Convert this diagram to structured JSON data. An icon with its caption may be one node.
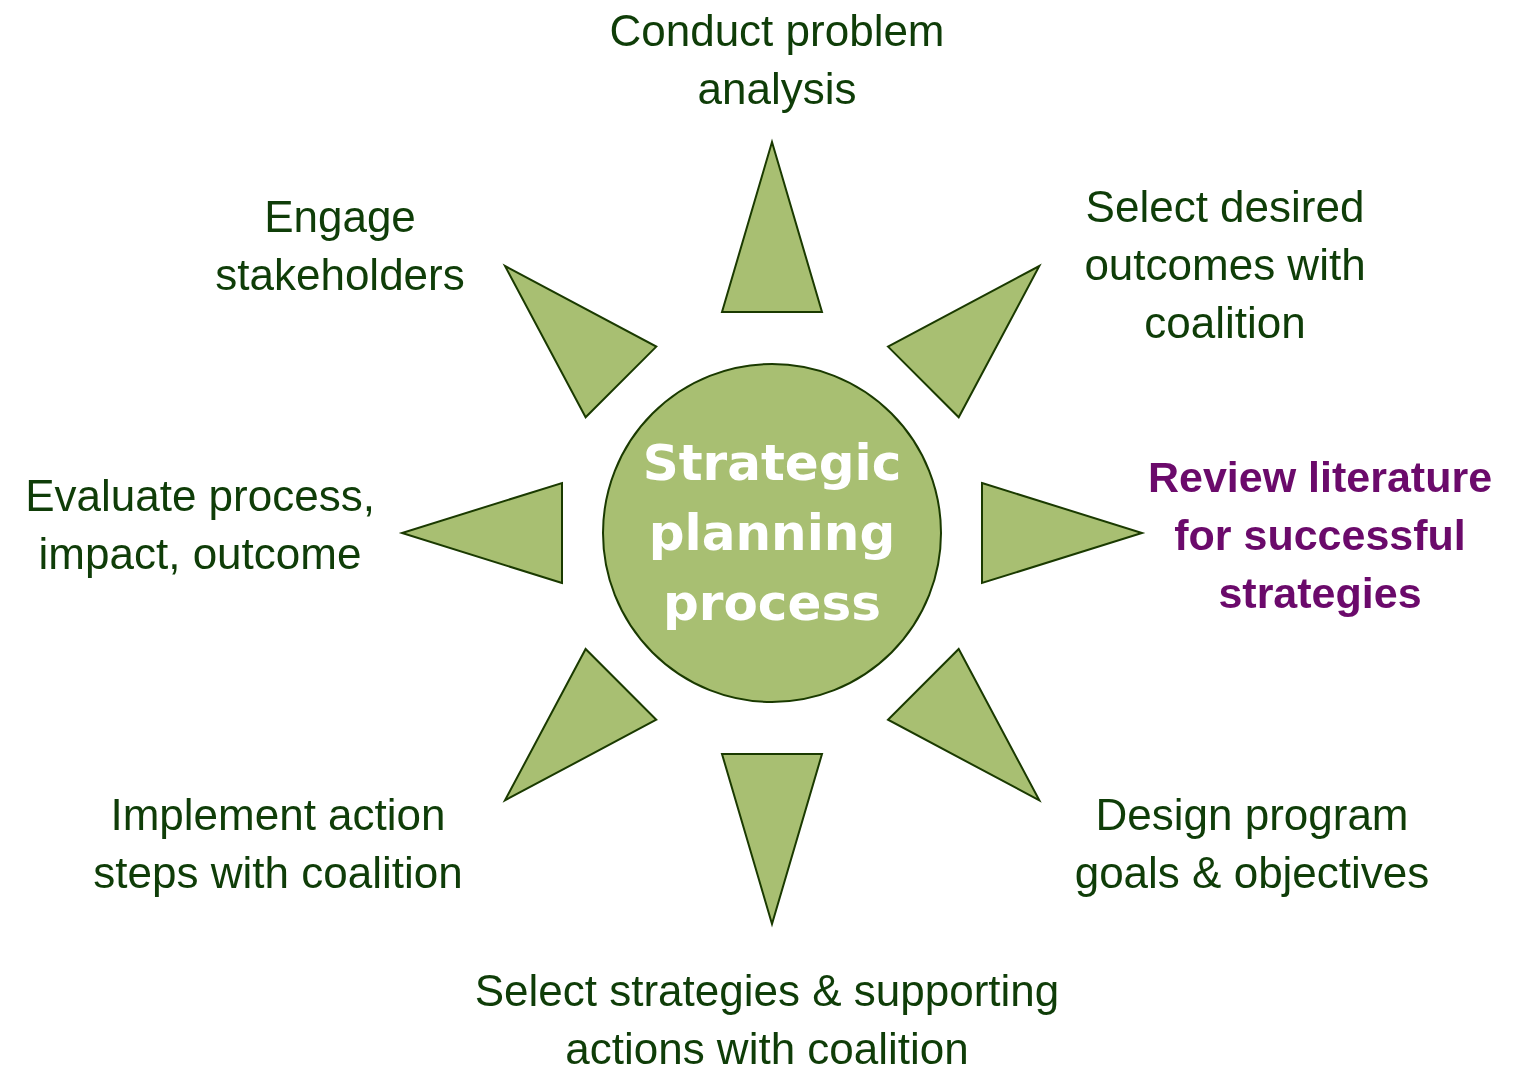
{
  "diagram": {
    "nodes": [
      {
        "text": [
          "Strategic planning process"
        ]
      },
      {
        "text": [
          "Conduct problem analysis"
        ]
      },
      {
        "text": [
          "Select desired outcomes with coalition"
        ]
      },
      {
        "text": [
          "Review literature for successful strategies"
        ]
      },
      {
        "text": [
          "Design program goals & objectives"
        ]
      },
      {
        "text": [
          "Select strategies & supporting actions with coalition"
        ]
      },
      {
        "text": [
          "Implement action steps with coalition"
        ]
      },
      {
        "text": [
          "Evaluate process, impact, outcome"
        ]
      },
      {
        "text": [
          "Engage stakeholders"
        ]
      },
      {
        "text": [],
        "shape": "triangle"
      },
      {
        "text": [],
        "shape": "triangle"
      },
      {
        "text": [],
        "shape": "triangle"
      },
      {
        "text": [],
        "shape": "triangle"
      },
      {
        "text": [],
        "shape": "triangle"
      },
      {
        "text": [],
        "shape": "triangle"
      },
      {
        "text": [],
        "shape": "triangle"
      },
      {
        "text": [],
        "shape": "triangle"
      }
    ]
  }
}
